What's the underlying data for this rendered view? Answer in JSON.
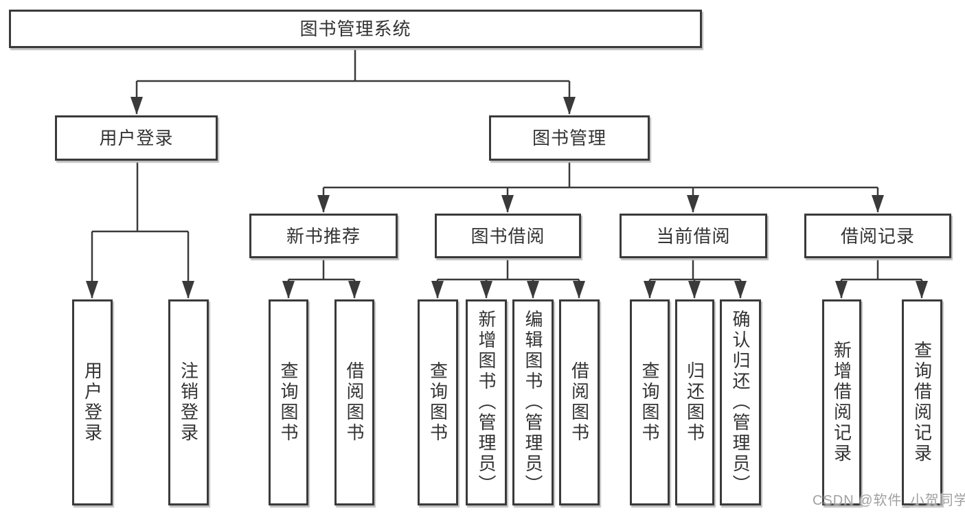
{
  "tree": {
    "label": "图书管理系统",
    "children": [
      {
        "label": "用户登录",
        "children": [
          {
            "label": "用户登录"
          },
          {
            "label": "注销登录"
          }
        ]
      },
      {
        "label": "图书管理",
        "children": [
          {
            "label": "新书推荐",
            "children": [
              {
                "label": "查询图书"
              },
              {
                "label": "借阅图书"
              }
            ]
          },
          {
            "label": "图书借阅",
            "children": [
              {
                "label": "查询图书"
              },
              {
                "label": "新增图书（管理员）"
              },
              {
                "label": "编辑图书（管理员）"
              },
              {
                "label": "借阅图书"
              }
            ]
          },
          {
            "label": "当前借阅",
            "children": [
              {
                "label": "查询图书"
              },
              {
                "label": "归还图书"
              },
              {
                "label": "确认归还（管理员）"
              }
            ]
          },
          {
            "label": "借阅记录",
            "children": [
              {
                "label": "新增借阅记录"
              },
              {
                "label": "查询借阅记录"
              }
            ]
          }
        ]
      }
    ]
  },
  "watermark": {
    "text": "CSDN @软件_小贺同学"
  },
  "colors": {
    "line": "#3a3a3a",
    "box_border": "#3a3a3a",
    "text": "#333333",
    "background": "#ffffff",
    "watermark": "#a0a0a0"
  }
}
